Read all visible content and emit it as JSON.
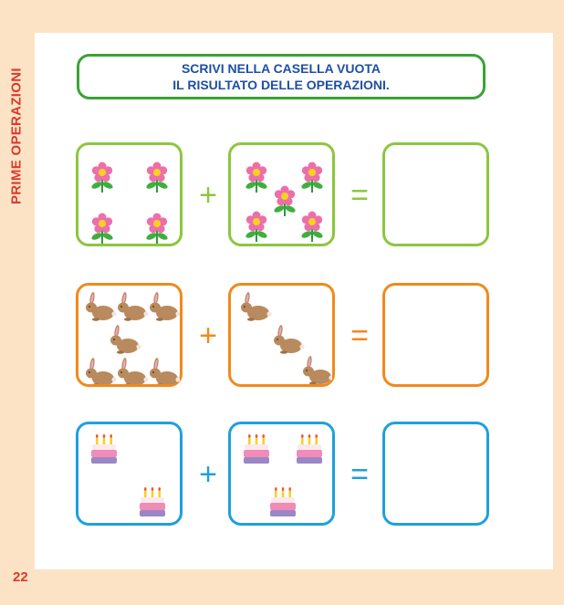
{
  "side_title": "PRIME OPERAZIONI",
  "page_number": "22",
  "instruction": {
    "line1": "SCRIVI NELLA CASELLA VUOTA",
    "line2": "IL RISULTATO DELLE OPERAZIONI."
  },
  "operators": {
    "plus": "+",
    "equals": "="
  },
  "exercises": [
    {
      "item": "flower-icon",
      "color": "#8cc63f",
      "left_count": 4,
      "right_count": 5
    },
    {
      "item": "rabbit-icon",
      "color": "#f08a1c",
      "left_count": 7,
      "right_count": 3
    },
    {
      "item": "cake-icon",
      "color": "#1ea0dd",
      "left_count": 2,
      "right_count": 3
    }
  ]
}
